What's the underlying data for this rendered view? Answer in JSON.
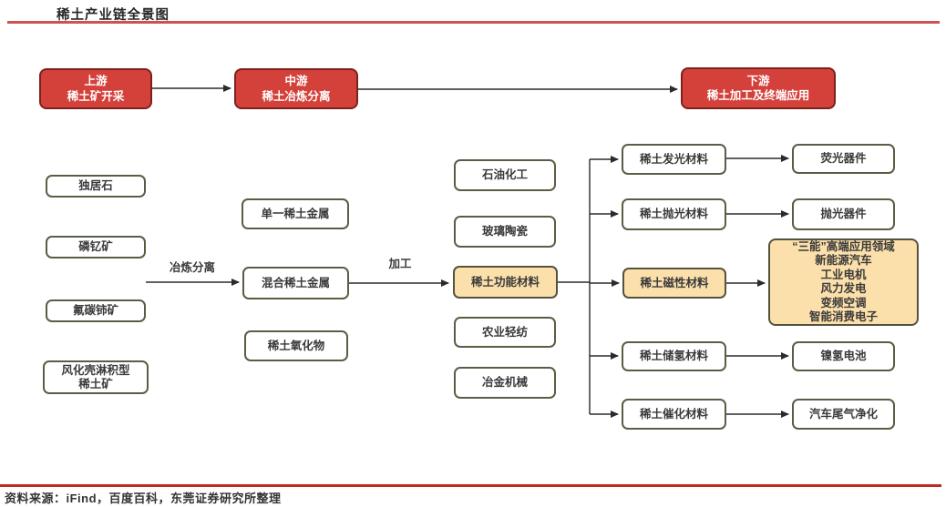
{
  "page": {
    "title": "稀土产业链全景图",
    "source": "资料来源：iFind，百度百科，东莞证券研究所整理"
  },
  "stages": [
    {
      "name": "上游",
      "desc": "稀土矿开采"
    },
    {
      "name": "中游",
      "desc": "稀土冶炼分离"
    },
    {
      "name": "下游",
      "desc": "稀土加工及终端应用"
    }
  ],
  "ores": [
    "独居石",
    "磷钇矿",
    "氟碳铈矿"
  ],
  "ore_multiline": {
    "line1": "风化壳淋积型",
    "line2": "稀土矿"
  },
  "smelt_products": [
    "单一稀土金属",
    "混合稀土金属",
    "稀土氧化物"
  ],
  "process_labels": {
    "smelting": "冶炼分离",
    "processing": "加工"
  },
  "application_fields": [
    "石油化工",
    "玻璃陶瓷",
    "稀土功能材料",
    "农业轻纺",
    "冶金机械"
  ],
  "materials": [
    "稀土发光材料",
    "稀土抛光材料",
    "稀土磁性材料",
    "稀土储氢材料",
    "稀土催化材料"
  ],
  "end_uses": [
    "荧光器件",
    "抛光器件",
    "镍氢电池",
    "汽车尾气净化"
  ],
  "magnet_box": {
    "title": "“三能”高端应用领域",
    "items": [
      "新能源汽车",
      "工业电机",
      "风力发电",
      "变频空调",
      "智能消费电子"
    ]
  },
  "colors": {
    "stage_fill": "#d4413b",
    "stage_border": "#7a221b",
    "node_border": "#5e5b45",
    "highlight_fill": "#fce0ab",
    "rule_top": "#d05150",
    "rule_bottom": "#c42823",
    "arrow": "#2b2b2b",
    "text": "#3a3a3a"
  }
}
